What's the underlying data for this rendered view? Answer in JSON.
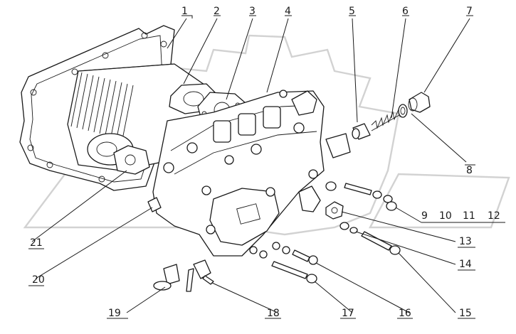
{
  "labels": [
    "1",
    "2",
    "3",
    "4",
    "5",
    "6",
    "7",
    "8",
    "9",
    "10",
    "11",
    "12",
    "13",
    "14",
    "15",
    "16",
    "17",
    "18",
    "19",
    "20",
    "21"
  ],
  "colors": {
    "line": "#1a1a1a",
    "watermark": "#d2d2d2",
    "background": "#ffffff"
  }
}
